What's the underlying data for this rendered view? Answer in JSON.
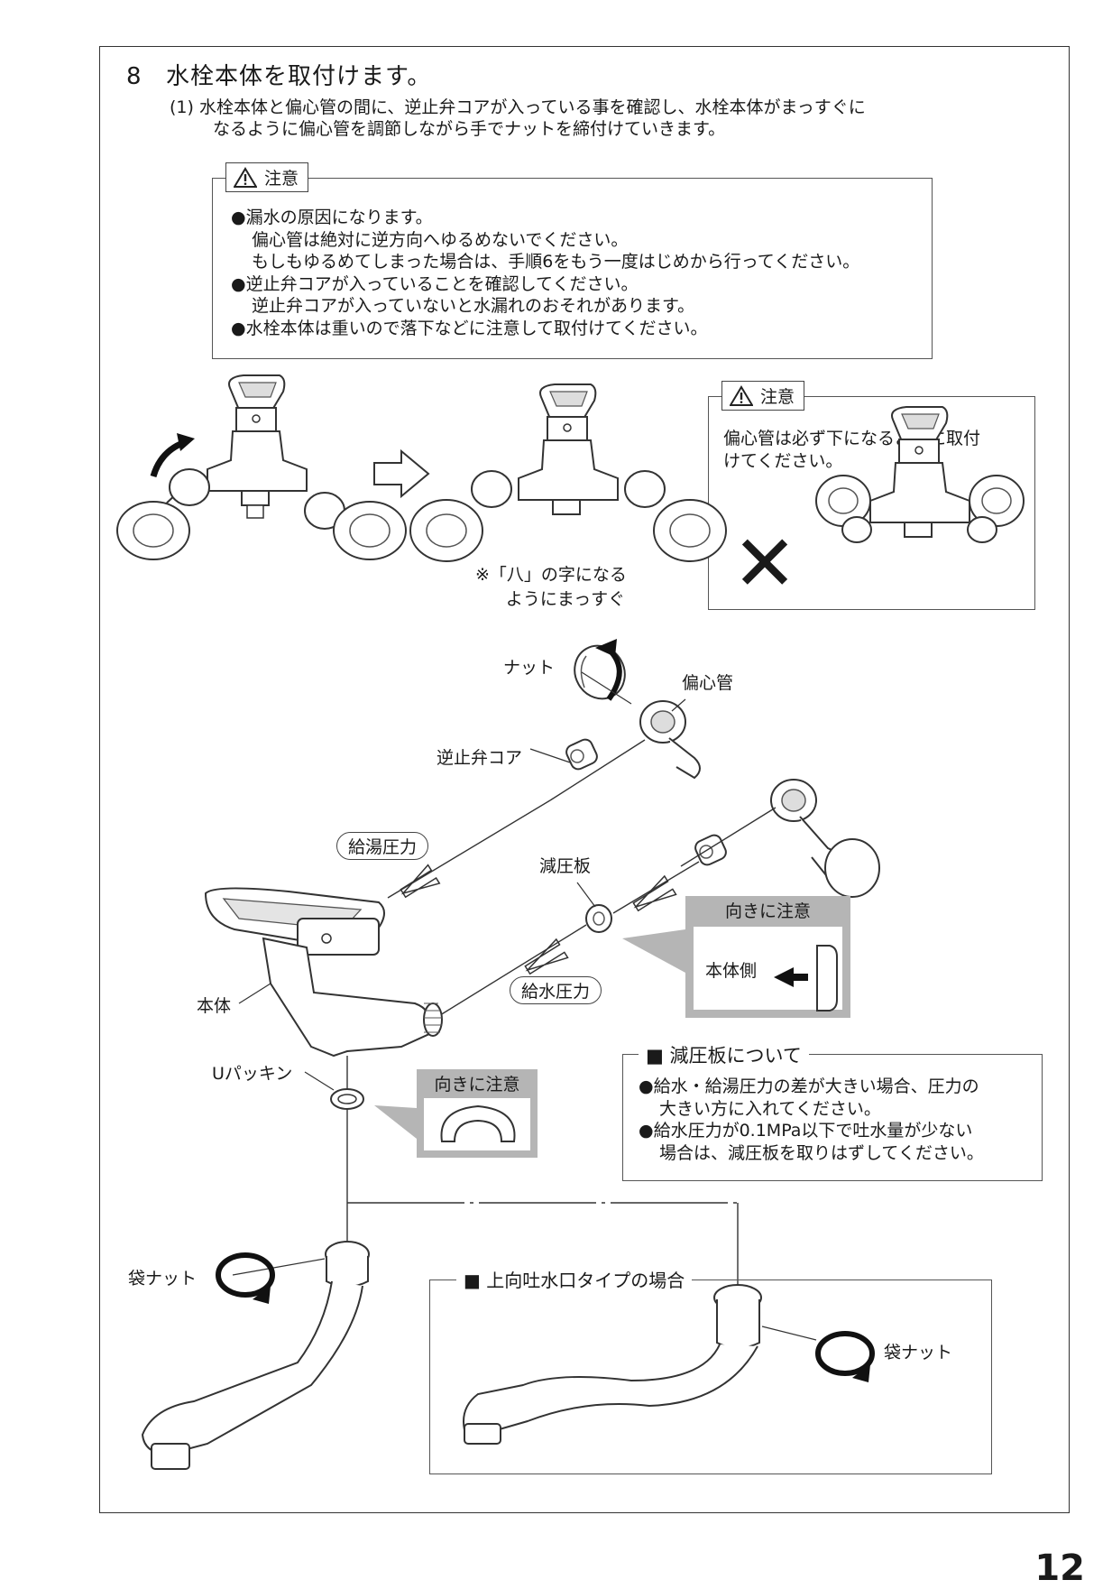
{
  "step": {
    "number": "8",
    "title": "水栓本体を取付けます。"
  },
  "substep": {
    "marker": "(1)",
    "line1": "水栓本体と偏心管の間に、逆止弁コアが入っている事を確認し、水栓本体がまっすぐに",
    "line2": "なるように偏心管を調節しながら手でナットを締付けていきます。"
  },
  "caution_main": {
    "tag": "注意",
    "items": [
      "●漏水の原因になります。",
      "偏心管は絶対に逆方向へゆるめないでください。",
      "もしもゆるめてしまった場合は、手順6をもう一度はじめから行ってください。",
      "●逆止弁コアが入っていることを確認してください。",
      "逆止弁コアが入っていないと水漏れのおそれがあります。",
      "●水栓本体は重いので落下などに注意して取付けてください。"
    ]
  },
  "caution_side": {
    "tag": "注意",
    "line1": "偏心管は必ず下になるように取付",
    "line2": "けてください。",
    "wrong_mark": "✕"
  },
  "note_ha": {
    "line1": "※「八」の字になる",
    "line2": "ようにまっすぐ"
  },
  "labels": {
    "nut": "ナット",
    "eccentric": "偏心管",
    "check_valve": "逆止弁コア",
    "hot_pressure": "給湯圧力",
    "reducer": "減圧板",
    "body": "本体",
    "cold_pressure": "給水圧力",
    "u_packing": "Uパッキン",
    "bag_nut_left": "袋ナット",
    "bag_nut_right": "袋ナット"
  },
  "orient_card_1": {
    "title": "向きに注意",
    "body_side": "本体側"
  },
  "orient_card_2": {
    "title": "向きに注意"
  },
  "reducer_note": {
    "heading": "■ 減圧板について",
    "lines": [
      "●給水・給湯圧力の差が大きい場合、圧力の",
      "大きい方に入れてください。",
      "●給水圧力が0.1MPa以下で吐水量が少ない",
      "場合は、減圧板を取りはずしてください。"
    ]
  },
  "upward_spout": {
    "heading": "■ 上向吐水口タイプの場合"
  },
  "page_number": "12"
}
